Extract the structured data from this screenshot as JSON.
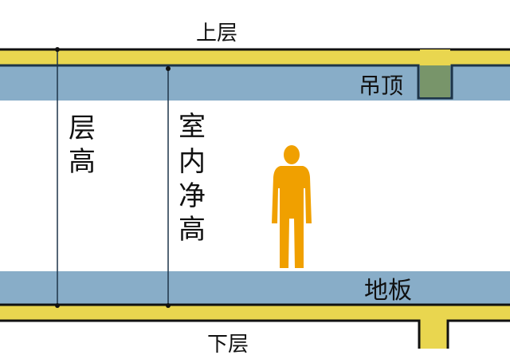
{
  "labels": {
    "upper_floor": "上层",
    "lower_floor": "下层",
    "ceiling": "吊顶",
    "floor": "地板",
    "floor_height": [
      "层",
      "高"
    ],
    "clear_height": [
      "室",
      "内",
      "净",
      "高"
    ]
  },
  "colors": {
    "slab": "#e9d64f",
    "finish_band": "#88adc8",
    "ceiling_beam": "#78956a",
    "person": "#f0a000",
    "outline": "#111111"
  }
}
